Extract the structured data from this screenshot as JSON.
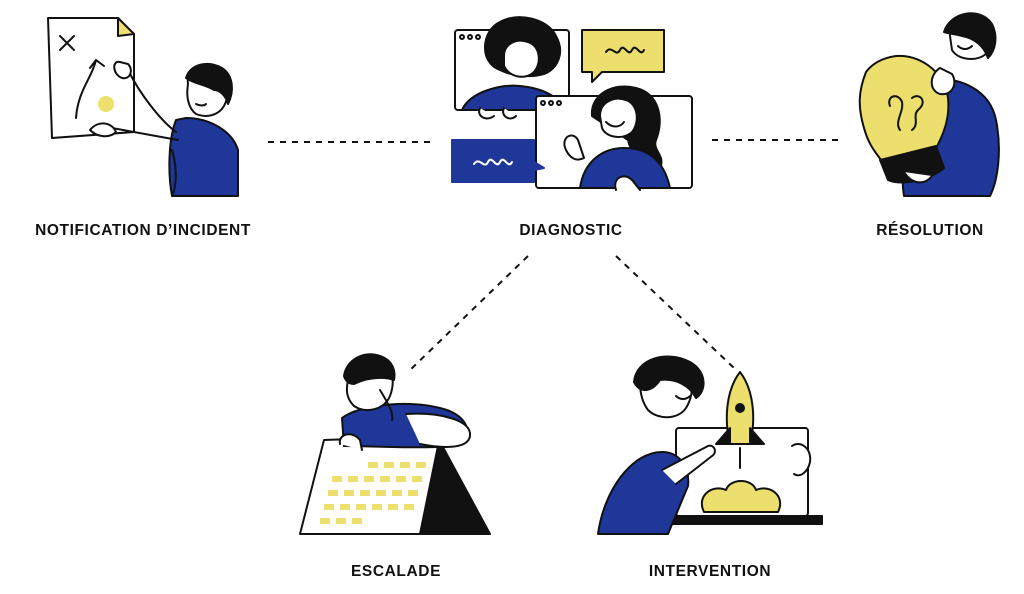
{
  "colors": {
    "ink": "#111111",
    "blue": "#1e3799",
    "yellow": "#ecdf6e",
    "paper": "#ffffff"
  },
  "steps": [
    {
      "id": "notification",
      "label": "NOTIFICATION D’INCIDENT",
      "illustration": "person-with-map-icon"
    },
    {
      "id": "diagnostic",
      "label": "DIAGNOSTIC",
      "illustration": "video-call-chat-icon"
    },
    {
      "id": "resolution",
      "label": "RÉSOLUTION",
      "illustration": "person-holding-lightbulb-icon"
    },
    {
      "id": "escalade",
      "label": "ESCALADE",
      "illustration": "person-on-calendar-icon"
    },
    {
      "id": "intervention",
      "label": "INTERVENTION",
      "illustration": "laptop-rocket-launch-icon"
    }
  ],
  "connectors": [
    {
      "from": "notification",
      "to": "diagnostic"
    },
    {
      "from": "diagnostic",
      "to": "resolution"
    },
    {
      "from": "diagnostic",
      "to": "escalade"
    },
    {
      "from": "diagnostic",
      "to": "intervention"
    }
  ]
}
